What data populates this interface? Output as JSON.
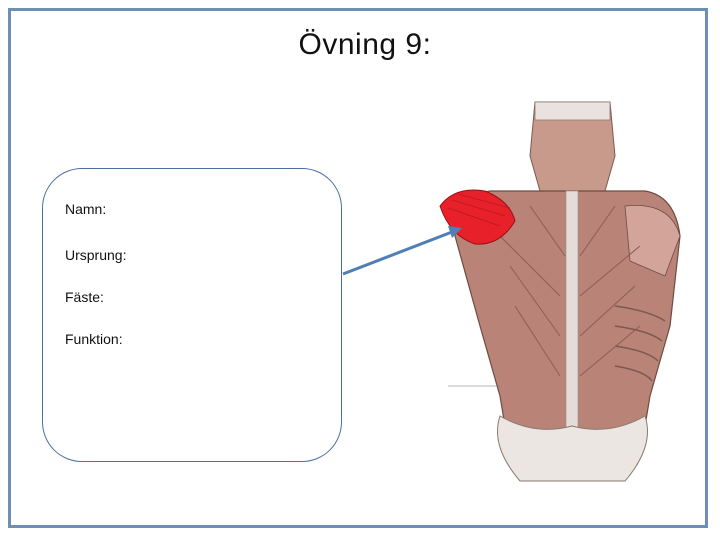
{
  "slide": {
    "title": "Övning 9:",
    "fields": {
      "name_label": "Namn:",
      "origin_label": "Ursprung:",
      "insertion_label": "Fäste:",
      "function_label": "Funktion:"
    },
    "illustration": {
      "highlight_color": "#e8202a",
      "arrow_color": "#4f7fb8",
      "frame_color": "#6e8fb4"
    }
  }
}
